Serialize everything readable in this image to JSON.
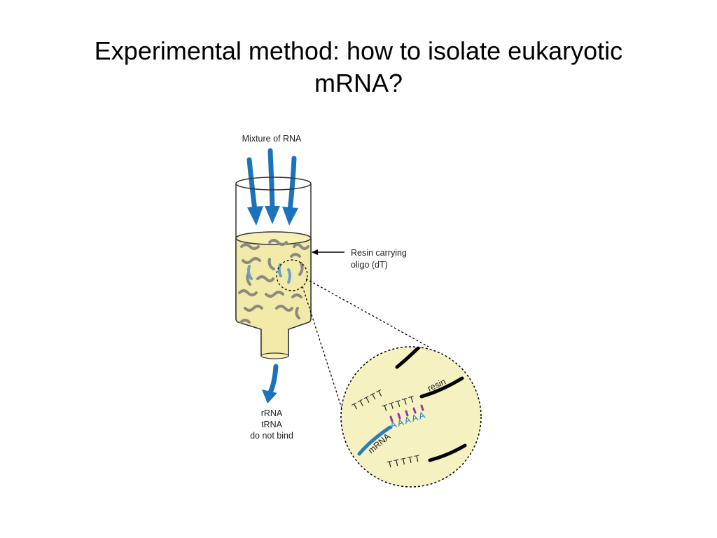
{
  "slide": {
    "title_line1": "Experimental method: how to isolate eukaryotic",
    "title_line2": "mRNA?"
  },
  "figure": {
    "input_label": "Mixture of RNA",
    "resin_label_line1": "Resin carrying",
    "resin_label_line2": "oligo (dT)",
    "output_label_line1": "rRNA",
    "output_label_line2": "tRNA",
    "output_label_line3": "do not bind",
    "zoom": {
      "resin_label": "resin",
      "mrna_label": "mRNA",
      "oligo_dt_top": "TTTTT",
      "oligo_dt_bound": "TTTTT",
      "poly_a": "AAAAA",
      "oligo_dt_bottom": "TTTTT"
    }
  },
  "colors": {
    "resin_fill": "#f1eaa8",
    "arrow_blue": "#1b74bb",
    "strand_gray": "#8c8a80",
    "mrna_blue": "#2b7bbd",
    "hbond_purple": "#8a3d98",
    "zoom_fill": "#f6f1c0"
  }
}
